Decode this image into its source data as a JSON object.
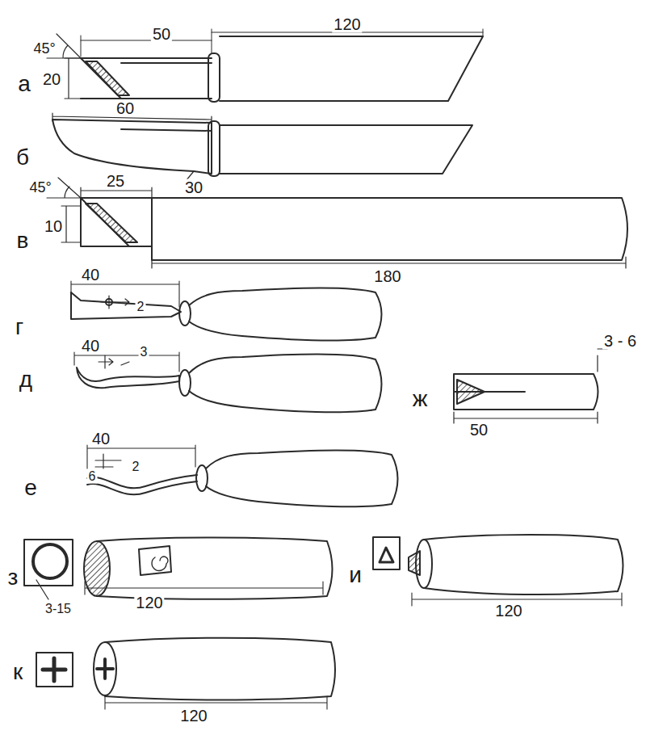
{
  "diagram": {
    "labels": [
      "45°",
      "50",
      "120",
      "20",
      "а",
      "60",
      "б",
      "30",
      "45°",
      "25",
      "10",
      "в",
      "180",
      "40",
      "2",
      "г",
      "40",
      "3",
      "д",
      "3 - 6",
      "ж",
      "50",
      "40",
      "6",
      "2",
      "е",
      "з",
      "3-15",
      "120",
      "и",
      "120",
      "к",
      "120"
    ]
  }
}
